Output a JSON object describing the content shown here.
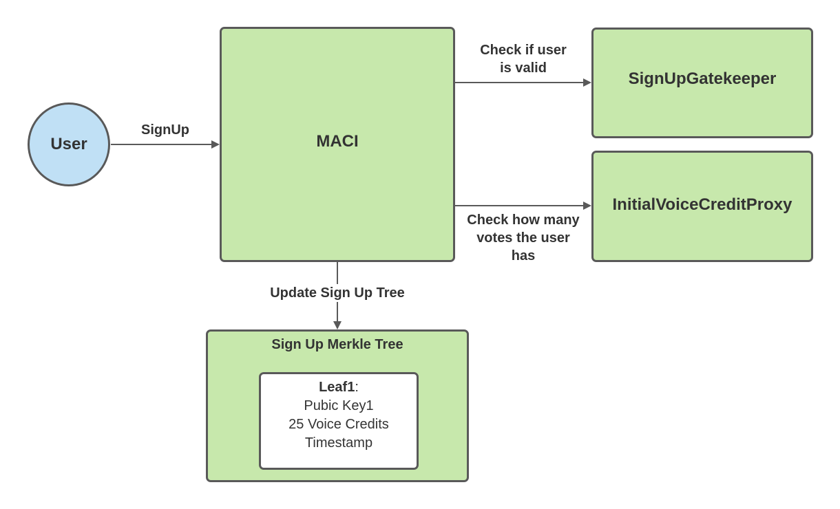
{
  "nodes": {
    "user": "User",
    "maci": "MACI",
    "gatekeeper": "SignUpGatekeeper",
    "credit_proxy": "InitialVoiceCreditProxy",
    "merkle_tree": "Sign Up Merkle Tree"
  },
  "leaf": {
    "title": "Leaf1",
    "colon": ":",
    "line1": "Pubic Key1",
    "line2": "25 Voice Credits",
    "line3": "Timestamp"
  },
  "edges": {
    "signup": "SignUp",
    "check_valid_1": "Check if user",
    "check_valid_2": "is valid",
    "check_votes_1": "Check how many",
    "check_votes_2": "votes the user",
    "check_votes_3": "has",
    "update_tree": "Update Sign Up Tree"
  },
  "colors": {
    "box_fill": "#c7e8ac",
    "user_fill": "#c0e0f5",
    "stroke": "#595959"
  }
}
